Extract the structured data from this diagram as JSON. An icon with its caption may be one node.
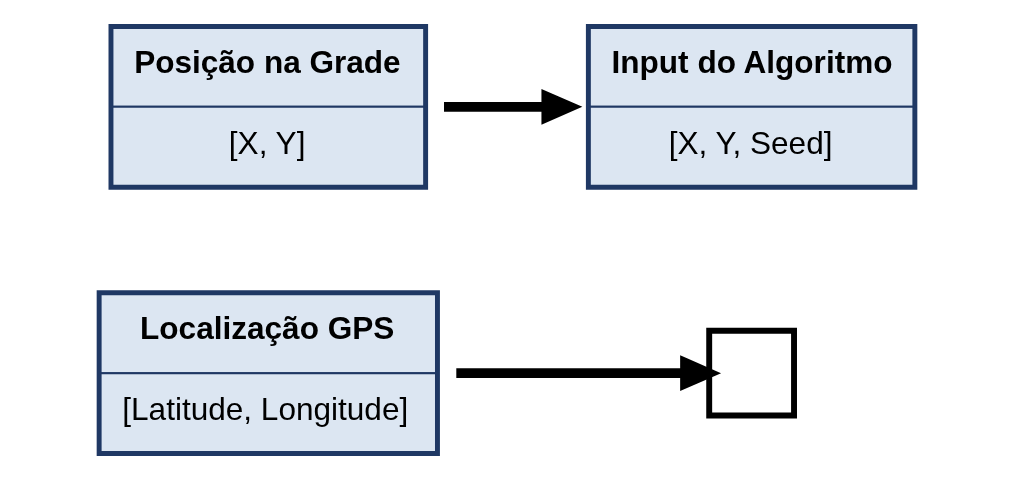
{
  "diagram": {
    "nodes": [
      {
        "text": [
          "Localização GPS",
          "[Latitude, Longitude]"
        ]
      },
      {
        "text": [],
        "shape": "box"
      },
      {
        "text": [
          "Posição na Grade",
          "[X, Y]"
        ]
      },
      {
        "text": [
          "Input do Algoritmo",
          "[X, Y, Seed]"
        ]
      }
    ],
    "edges": [
      {
        "from": 0,
        "to": 1,
        "arrow": "to"
      },
      {
        "from": 2,
        "to": 3,
        "arrow": "to"
      }
    ]
  }
}
